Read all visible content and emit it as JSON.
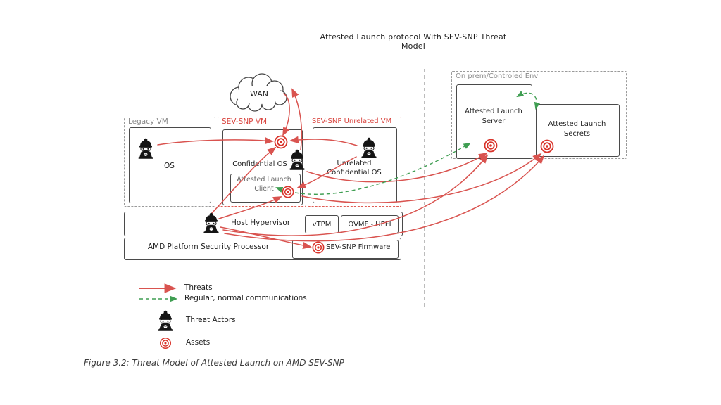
{
  "title": "Attested Launch protocol With SEV-SNP Threat Model",
  "caption": "Figure 3.2: Threat Model of Attested Launch on AMD SEV-SNP",
  "wan": {
    "label": "WAN"
  },
  "vms": {
    "legacy": {
      "label": "Legacy VM",
      "os_label": "OS"
    },
    "sev_snp": {
      "label": "SEV-SNP VM",
      "os_label": "Confidential OS",
      "client_line1": "Attested Launch",
      "client_line2": "Client"
    },
    "unrelated": {
      "label": "SEV-SNP Unrelated VM",
      "os_line1": "Unrelated",
      "os_line2": "Confidential OS"
    }
  },
  "host": {
    "hypervisor_label": "Host Hypervisor",
    "vtpm_label": "vTPM",
    "ovmf_label": "OVMF - UEFI"
  },
  "psp": {
    "label": "AMD Platform Security Processor",
    "firmware_label": "SEV-SNP Firmware"
  },
  "onprem": {
    "label": "On prem/Controled Env",
    "server_line1": "Attested Launch",
    "server_line2": "Server",
    "secrets_line1": "Attested Launch",
    "secrets_line2": "Secrets"
  },
  "legend": {
    "threats": "Threats",
    "regular": "Regular, normal communications",
    "actors": "Threat Actors",
    "assets": "Assets"
  },
  "colors": {
    "threat_red": "#d9534f",
    "asset_red": "#d9342b",
    "comms_green": "#3f9e52",
    "box_ink": "#4a4a4a",
    "dashed_gray": "#9a9a9a",
    "dashed_red": "#e05d55"
  },
  "icons": {
    "threat_actor": "hacker-at-laptop",
    "asset": "bullseye-target",
    "wan": "cloud"
  }
}
